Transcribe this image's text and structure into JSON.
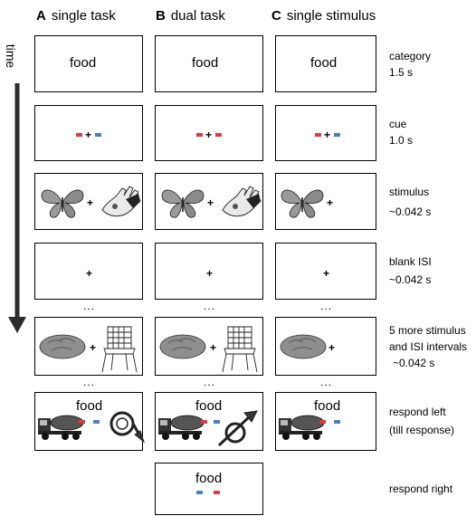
{
  "columns": [
    {
      "letter": "A",
      "title": "single task"
    },
    {
      "letter": "B",
      "title": "dual task"
    },
    {
      "letter": "C",
      "title": "single stimulus"
    }
  ],
  "time_label": "time",
  "category_word": "food",
  "fixation": "+",
  "ellipsis": "...",
  "rows": [
    {
      "label": "category",
      "duration": "1.5 s"
    },
    {
      "label": "cue",
      "duration": "1.0 s"
    },
    {
      "label": "stimulus",
      "duration": "~0.042 s"
    },
    {
      "label": "blank ISI",
      "duration": "~0.042 s"
    },
    {
      "label": "5 more stimulus",
      "label2": "and ISI intervals",
      "duration": "~0.042 s"
    },
    {
      "label": "respond left",
      "duration": "(till response)"
    },
    {
      "label": "respond right"
    }
  ],
  "colors": {
    "red": "#e03a3a",
    "blue": "#4a7fc1",
    "arrow": "#2b2b2b"
  },
  "icons": [
    "butterfly-icon",
    "glove-icon",
    "bread-icon",
    "chair-icon",
    "truck-icon",
    "french-horn-icon"
  ]
}
